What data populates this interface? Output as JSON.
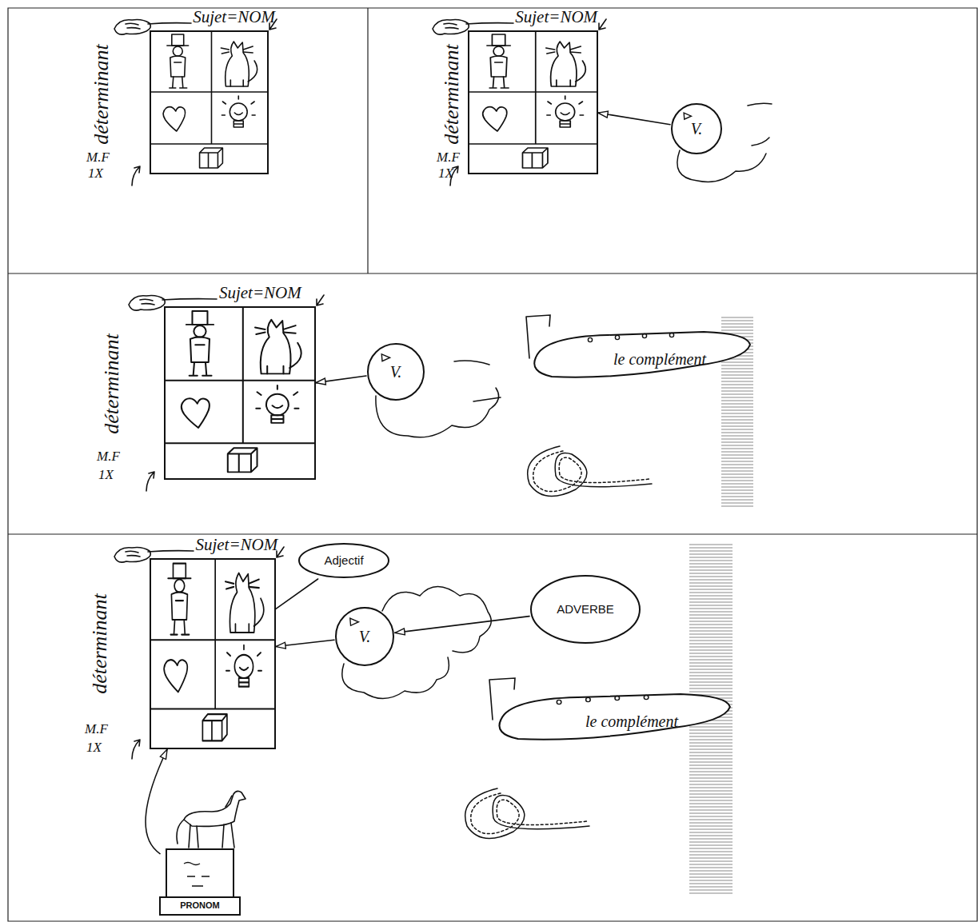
{
  "diagram": {
    "nodes": [
      {
        "text": [
          "Sujet=NOM"
        ]
      },
      {
        "text": [
          "Sujet=NOM"
        ]
      },
      {
        "text": [
          "V."
        ]
      },
      {
        "text": [
          "Sujet=NOM"
        ]
      },
      {
        "text": [
          "V."
        ]
      },
      {
        "text": [
          "le complément"
        ]
      },
      {
        "text": [
          "Sujet=NOM"
        ]
      },
      {
        "text": [
          "Adjectif"
        ]
      },
      {
        "text": [
          "V."
        ]
      },
      {
        "text": [
          "ADVERBE"
        ]
      },
      {
        "text": [
          "le complément"
        ]
      },
      {
        "text": [
          "PRONOM"
        ]
      }
    ],
    "edges": [
      {
        "from": 2,
        "to": 1,
        "arrow": "to"
      },
      {
        "from": 4,
        "to": 3,
        "arrow": "to"
      },
      {
        "from": 8,
        "to": 6,
        "arrow": "to"
      },
      {
        "from": 7,
        "to": 6,
        "arrow": "none"
      },
      {
        "from": 9,
        "to": 8,
        "arrow": "to"
      },
      {
        "from": 11,
        "to": 6,
        "arrow": "to"
      }
    ],
    "labels": [
      "déterminant",
      "M.F",
      "1X",
      "déterminant",
      "M.F",
      "1X",
      "déterminant",
      "M.F",
      "1X",
      "déterminant",
      "M.F",
      "1X"
    ]
  }
}
